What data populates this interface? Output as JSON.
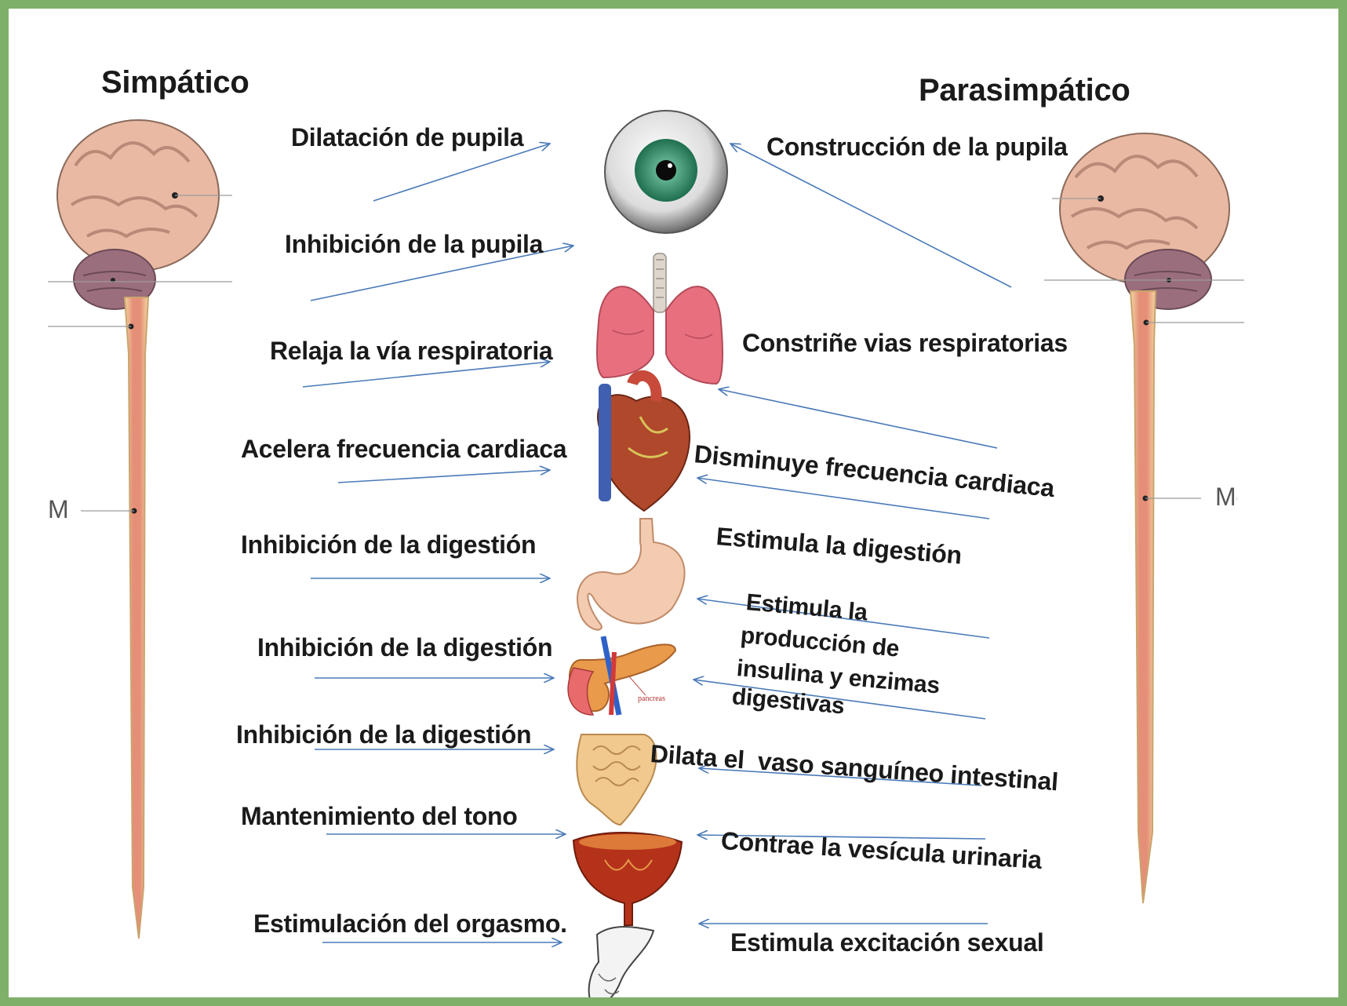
{
  "headings": {
    "sympathetic": "Simpático",
    "parasympathetic": "Parasimpático"
  },
  "left_labels": [
    "Dilatación de pupila",
    "Inhibición de la pupila",
    "Relaja la vía respiratoria",
    "Acelera frecuencia cardiaca",
    "Inhibición de la digestión",
    "Inhibición de la digestión",
    "Inhibición de la digestión",
    "Mantenimiento del tono",
    "Estimulación del orgasmo."
  ],
  "right_labels": [
    "Construcción de la pupila",
    "Constriñe vias respiratorias",
    "Disminuye frecuencia cardiaca",
    "Estimula la digestión",
    "Estimula la",
    "producción de",
    "insulina y enzimas",
    "digestivas",
    "Dilata el  vaso sanguíneo intestinal",
    "Contrae la vesícula urinaria",
    "Estimula excitación sexual"
  ],
  "side_fragments": {
    "left": "M",
    "right": "Me"
  },
  "organ_caption": "pancreas",
  "colors": {
    "frame": "#7fb069",
    "arrow": "#4a7ab8",
    "brain": "#e9b9a3",
    "cerebellum": "#9b6e7e",
    "spinal_cord": "#e8a88c",
    "iris": "#2e8b6a",
    "lung": "#e8707e",
    "heart": "#b0482c",
    "stomach": "#f3cbb0",
    "pancreas": "#e99a4a",
    "intestine": "#f1c98e",
    "bladder": "#b5321a"
  }
}
